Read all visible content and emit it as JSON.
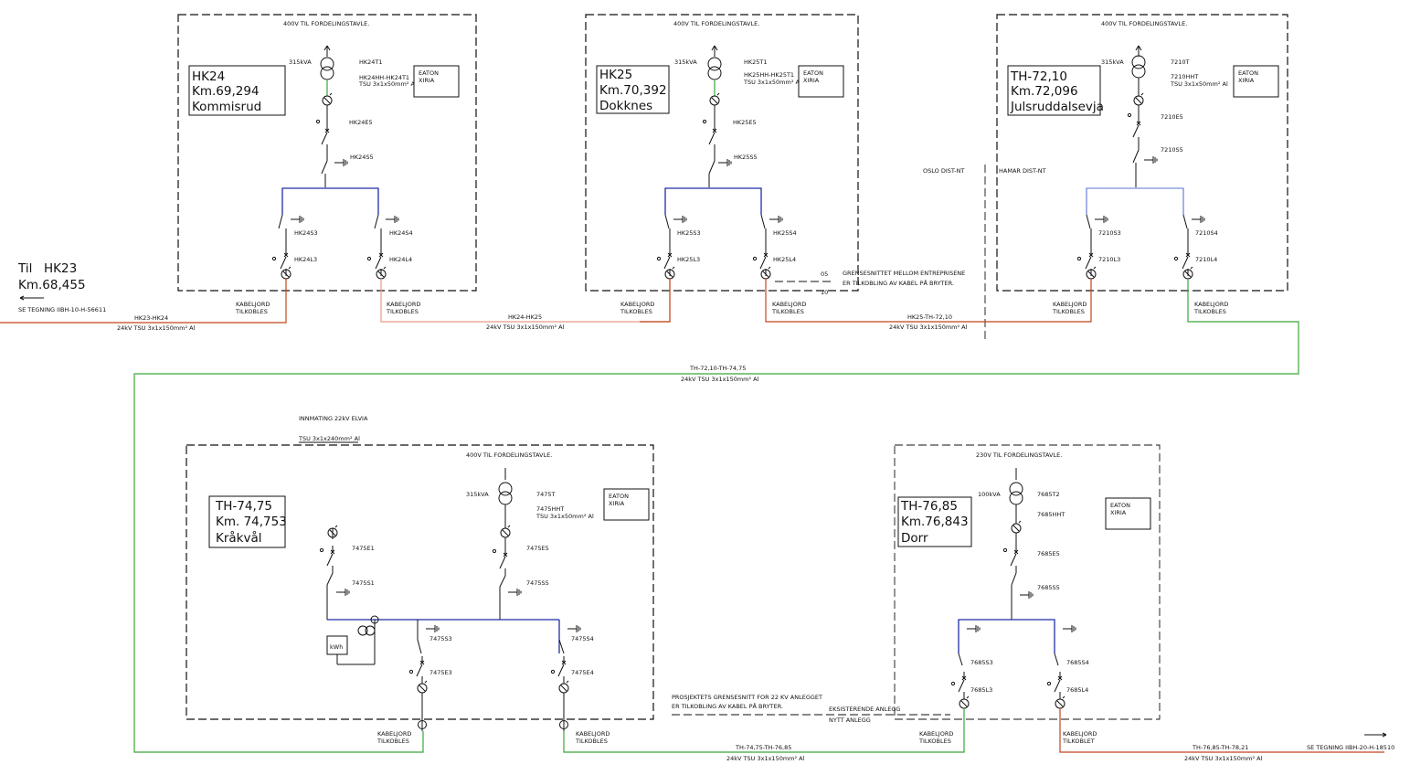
{
  "stations": {
    "hk24": {
      "id": "HK24",
      "km": "Km.69,294",
      "place": "Kommisrud",
      "header": "400V TIL FORDELINGSTAVLE.",
      "kva": "315kVA",
      "trafo": "HK24T1",
      "cable": "HK24HH-HK24T1",
      "cable_spec": "TSU 3x1x50mm² Al",
      "eaton": "EATON",
      "xiria": "XIRIA",
      "e5": "HK24E5",
      "s5": "HK24S5",
      "s3": "HK24S3",
      "s4": "HK24S4",
      "l3": "HK24L3",
      "l4": "HK24L4",
      "kab_left": "KABELJORD",
      "tilk_left": "TILKOBLES",
      "kab_right": "KABELJORD",
      "tilk_right": "TILKOBLES"
    },
    "hk25": {
      "id": "HK25",
      "km": "Km.70,392",
      "place": "Dokknes",
      "header": "400V TIL FORDELINGSTAVLE.",
      "kva": "315kVA",
      "trafo": "HK25T1",
      "cable": "HK25HH-HK25T1",
      "cable_spec": "TSU 3x1x50mm² Al",
      "eaton": "EATON",
      "xiria": "XIRIA",
      "e5": "HK25E5",
      "s5": "HK25S5",
      "s3": "HK25S3",
      "s4": "HK25S4",
      "l3": "HK25L3",
      "l4": "HK25L4",
      "kab_left": "KABELJORD",
      "tilk_left": "TILKOBLES",
      "kab_right": "KABELJORD",
      "tilk_right": "TILKOBLES"
    },
    "th72": {
      "id": "TH-72,10",
      "km": "Km.72,096",
      "place": "Julsruddalsevja",
      "header": "400V TIL FORDELINGSTAVLE.",
      "kva": "315kVA",
      "trafo": "7210T",
      "cable": "7210HHT",
      "cable_spec": "TSU 3x1x50mm² Al",
      "eaton": "EATON",
      "xiria": "XIRIA",
      "e5": "7210E5",
      "s5": "7210S5",
      "s3": "7210S3",
      "s4": "7210S4",
      "l3": "7210L3",
      "l4": "7210L4",
      "kab_left": "KABELJORD",
      "tilk_left": "TILKOBLES",
      "kab_right": "KABELJORD",
      "tilk_right": "TILKOBLES"
    },
    "th74": {
      "id": "TH-74,75",
      "km": "Km. 74,753",
      "place": "Kråkvål",
      "header": "400V TIL FORDELINGSTAVLE.",
      "kva": "315kVA",
      "trafo": "7475T",
      "cable": "7475HHT",
      "cable_spec": "TSU 3x1x50mm² Al",
      "eaton": "EATON",
      "xiria": "XIRIA",
      "e1": "7475E1",
      "s1": "7475S1",
      "e5": "7475E5",
      "s5": "7475S5",
      "s3": "7475S3",
      "s4": "7475S4",
      "e3": "7475E3",
      "e4": "7475E4",
      "kwh": "kWh",
      "innmating": "INNMATING 22kV ELVIA",
      "innmating_spec": "TSU 3x1x240mm² Al",
      "kab_left": "KABELJORD",
      "tilk_left": "TILKOBLES",
      "kab_right": "KABELJORD",
      "tilk_right": "TILKOBLES"
    },
    "th76": {
      "id": "TH-76,85",
      "km": "Km.76,843",
      "place": "Dorr",
      "header": "230V TIL FORDELINGSTAVLE.",
      "kva": "100kVA",
      "trafo": "7685T2",
      "cable": "7685HHT",
      "eaton": "EATON",
      "xiria": "XIRIA",
      "e5": "7685E5",
      "s5": "7685S5",
      "s3": "7685S3",
      "s4": "7685S4",
      "l3": "7685L3",
      "l4": "7685L4",
      "kab_left": "KABELJORD",
      "tilk_left": "TILKOBLES",
      "kab_right": "KABELJORD",
      "tilk_right": "TILKOBLET"
    }
  },
  "left_ref": {
    "til": "Til",
    "hk23": "HK23",
    "km": "Km.68,455",
    "se_tegning": "SE TEGNING IIBH-10-H-56611"
  },
  "right_ref": {
    "se_tegning": "SE TEGNING IIBH-20-H-18510"
  },
  "cables": {
    "c1_name": "HK23-HK24",
    "c1_spec": "24kV TSU 3x1x150mm² Al",
    "c2_name": "HK24-HK25",
    "c2_spec": "24kV TSU 3x1x150mm² Al",
    "c3_name": "HK25-TH-72,10",
    "c3_spec": "24kV TSU 3x1x150mm² Al",
    "c4_name": "TH-72,10-TH-74,75",
    "c4_spec": "24kV TSU 3x1x150mm² Al",
    "c5_name": "TH-74,75-TH-76,85",
    "c5_spec": "24kV TSU 3x1x150mm² Al",
    "c6_name": "TH-76,85-TH-78,21",
    "c6_spec": "24kV TSU 3x1x150mm² Al"
  },
  "notes": {
    "oslo": "OSLO DIST-NT",
    "hamar": "HAMAR DIST-NT",
    "grense1_line1": "GRENSESNITTET MELLOM ENTREPRISENE",
    "grense1_line2": "ER TILKOBLING AV KABEL PÅ BRYTER.",
    "grense1_a": "05",
    "grense1_b": "10",
    "grense2_line1": "PROSJEKTETS GRENSESNITT FOR 22 KV ANLEGGET",
    "grense2_line2": "ER TILKOBLING AV KABEL PÅ BRYTER.",
    "eksist": "EKSISTERENDE ANLEGG",
    "nytt": "NYTT ANLEGG"
  }
}
